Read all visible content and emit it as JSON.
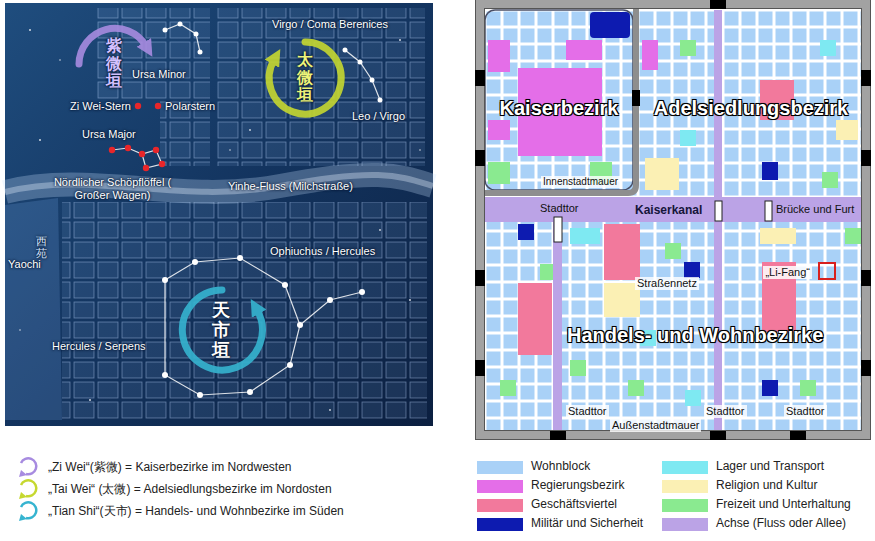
{
  "diagram": {
    "nodes": [
      {
        "text": [
          "Kaiserbezirk"
        ]
      },
      {
        "text": [
          "Adelsiedlungsbezirk"
        ]
      },
      {
        "text": [
          "Kaiserkanal"
        ]
      },
      {
        "text": [
          "Handels- und Wohnbezirke"
        ]
      },
      {
        "text": [
          "„Li-Fang“"
        ],
        "in": 3
      }
    ],
    "labels": [
      "Virgo / Coma Berenices",
      "紫微垣",
      "Ursa Minor",
      "Zi Wei-Stern",
      "Polarstern",
      "太微垣",
      "Leo / Virgo",
      "Ursa Major",
      "Nördlicher Schöpflöffel ( Großer Wagen)",
      "Yinhe-Fluss (Milchstraße)",
      "Yaochi",
      "西苑",
      "Ophiuchus / Hercules",
      "天市垣",
      "Hercules / Serpens",
      "Innenstadtmauer",
      "Stadttor",
      "Brücke und Furt",
      "Straßennetz",
      "Stadttor",
      "Außenstadtmauer",
      "Stadttor",
      "Stadttor"
    ],
    "legend": [
      {
        "text": "„Zi Wei“(紫微) = Kaiserbezirke im Nordwesten"
      },
      {
        "text": "„Tai Wei“ (太微) = Adelsiedlungsbezirke im Nordosten"
      },
      {
        "text": "„Tian Shi“(天市) = Handels- und Wohnbezirke im Süden"
      },
      {
        "text": "Wohnblock",
        "color": "#a9d1f7"
      },
      {
        "text": "Lager und Transport",
        "color": "#7ee9f2"
      },
      {
        "text": "Regierungsbezirk",
        "color": "#e46ee8"
      },
      {
        "text": "Religion und Kultur",
        "color": "#fbf0b4"
      },
      {
        "text": "Geschäftsviertel",
        "color": "#f2799c"
      },
      {
        "text": "Freizeit und Unterhaltung",
        "color": "#8aea90"
      },
      {
        "text": "Militär und Sicherheit",
        "color": "#0d1bb0"
      },
      {
        "text": "Achse (Fluss oder Allee)",
        "color": "#bba3e6"
      }
    ]
  }
}
